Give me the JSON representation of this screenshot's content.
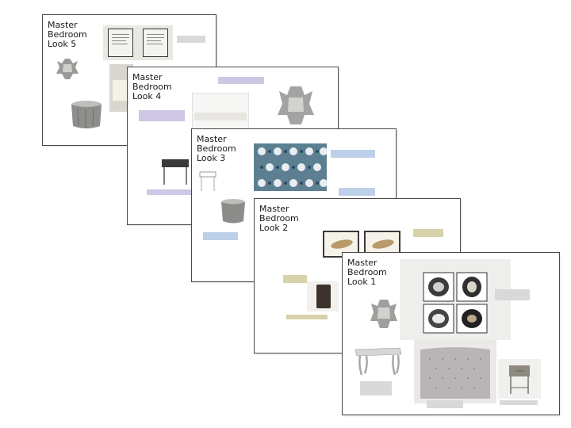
{
  "slides": [
    {
      "title": "Master\nBedroom\nLook 5"
    },
    {
      "title": "Master\nBedroom\nLook 4"
    },
    {
      "title": "Master\nBedroom\nLook 3"
    },
    {
      "title": "Master\nBedroom\nLook 2"
    },
    {
      "title": "Master\nBedroom\nLook 1"
    }
  ],
  "colors": {
    "border": "#4a4a4a",
    "tag_gray": "#d9d9d9",
    "tag_purple": "#cfc7e4",
    "tag_blue": "#bcd0ea",
    "tag_olive": "#d7d2a8"
  }
}
